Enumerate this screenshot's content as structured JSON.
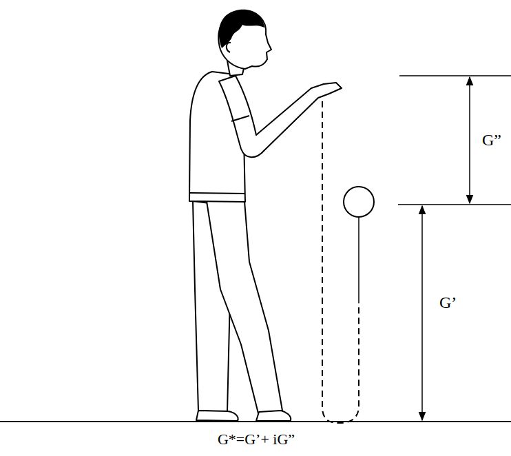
{
  "diagram": {
    "caption": "G*=G’+ iG”",
    "labels": [
      "G”",
      "G’"
    ]
  }
}
